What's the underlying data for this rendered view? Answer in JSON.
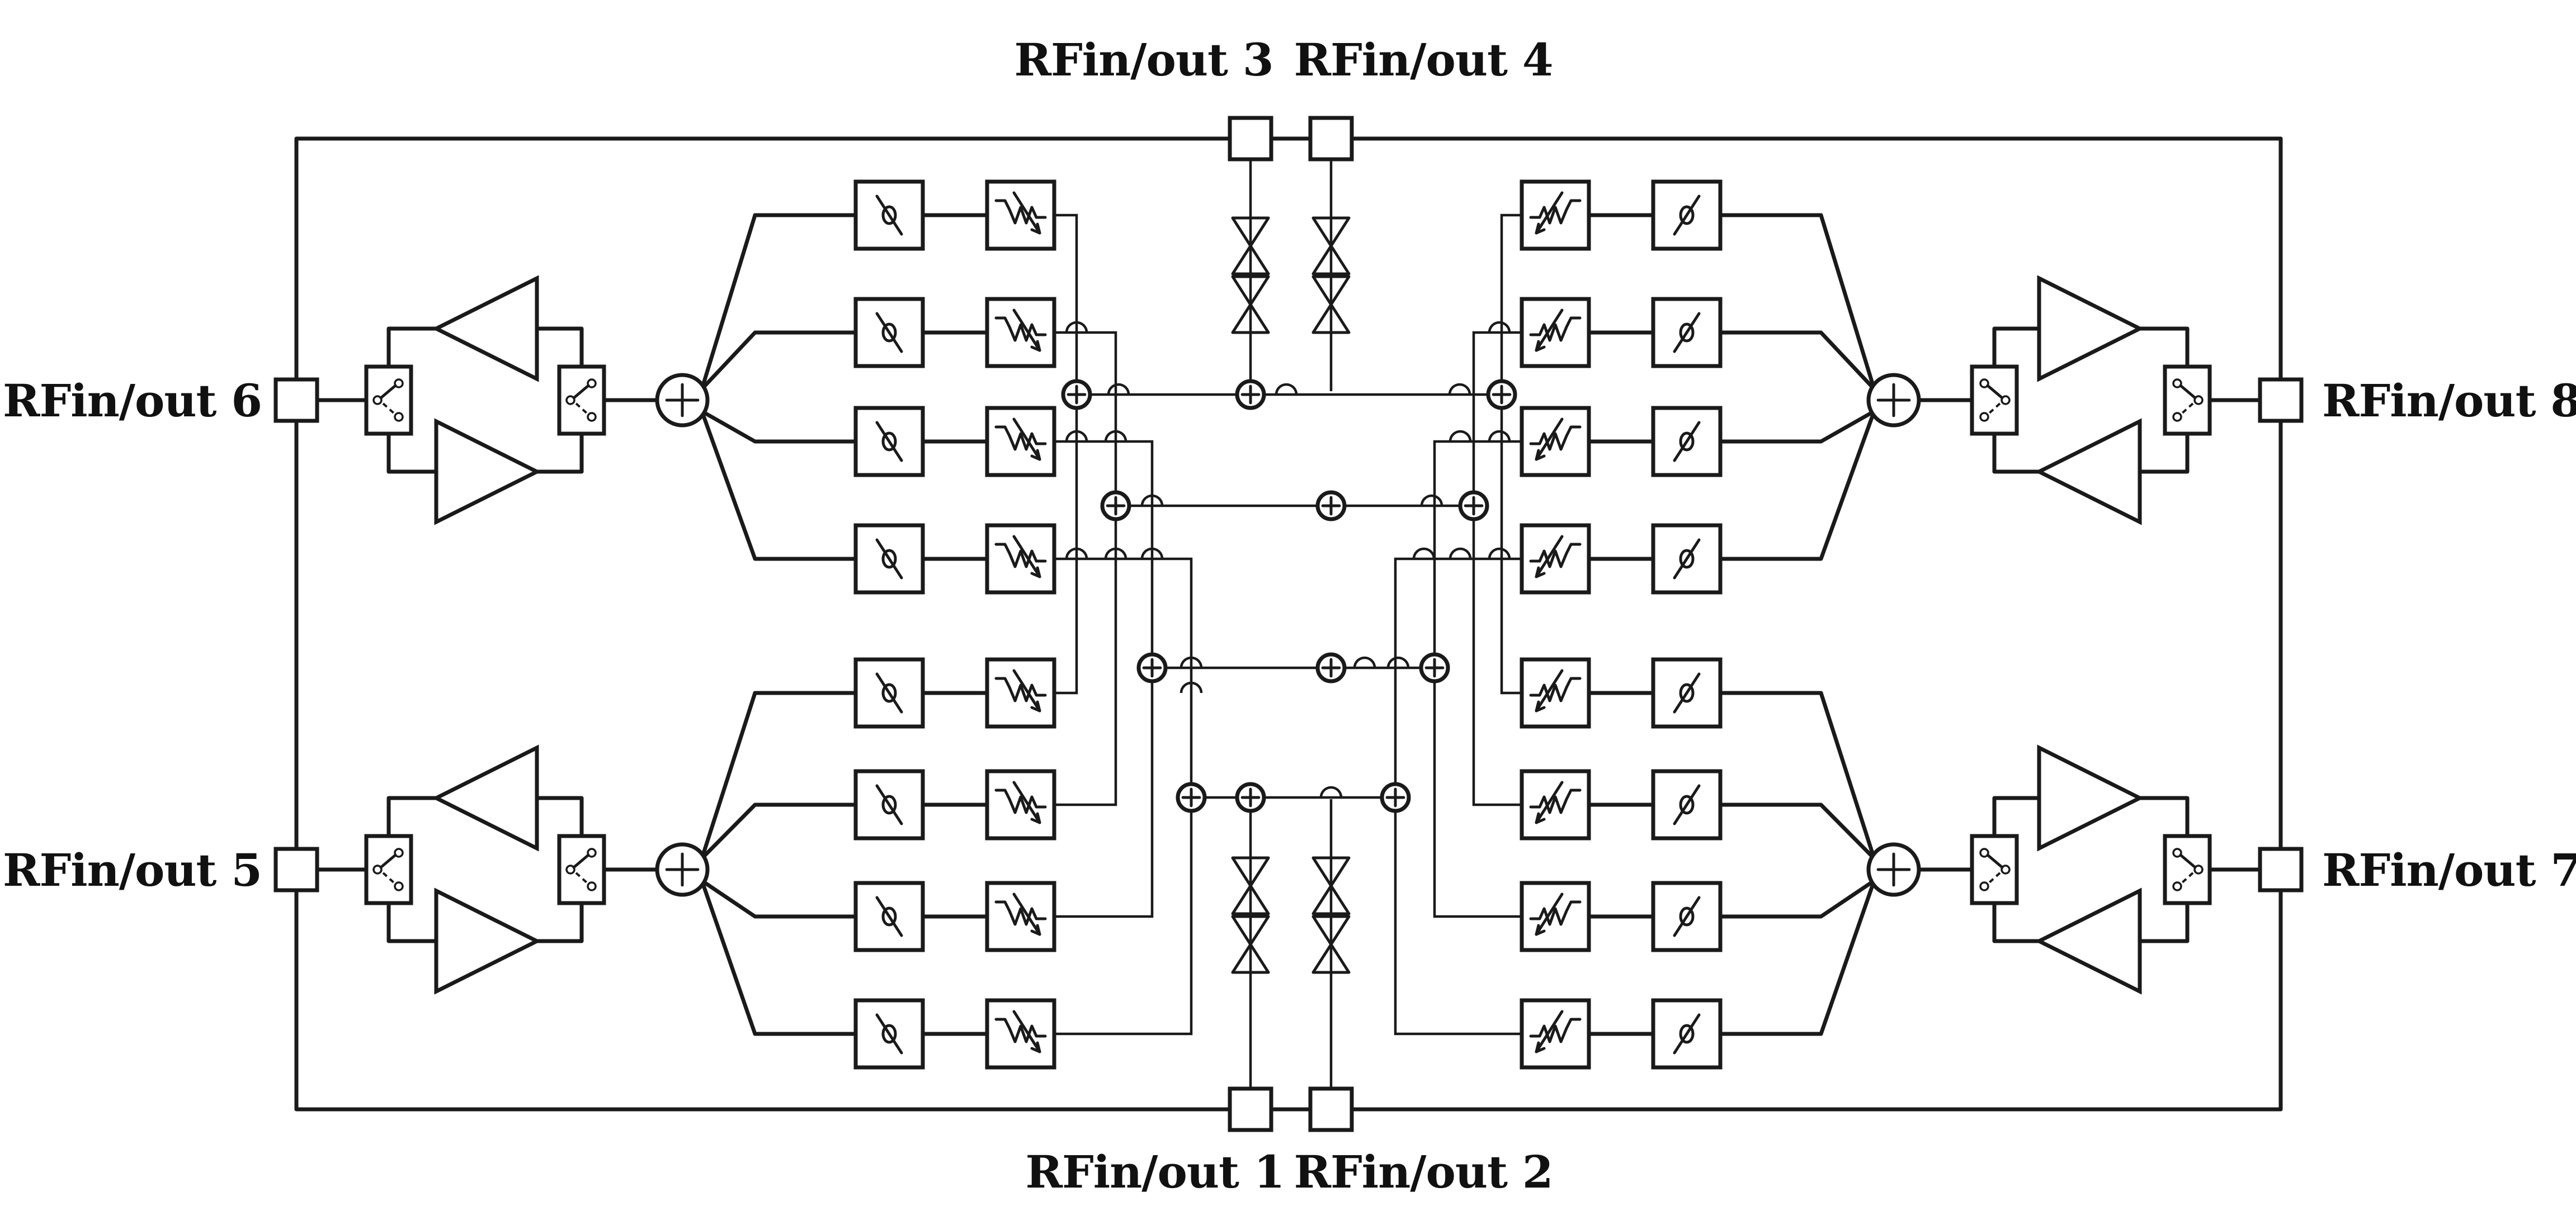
{
  "ports": {
    "p1": "RFin/out 1",
    "p2": "RFin/out 2",
    "p3": "RFin/out 3",
    "p4": "RFin/out 4",
    "p5": "RFin/out 5",
    "p6": "RFin/out 6",
    "p7": "RFin/out 7",
    "p8": "RFin/out 8"
  },
  "colors": {
    "line": "#1a1a1a",
    "background": "#ffffff"
  }
}
